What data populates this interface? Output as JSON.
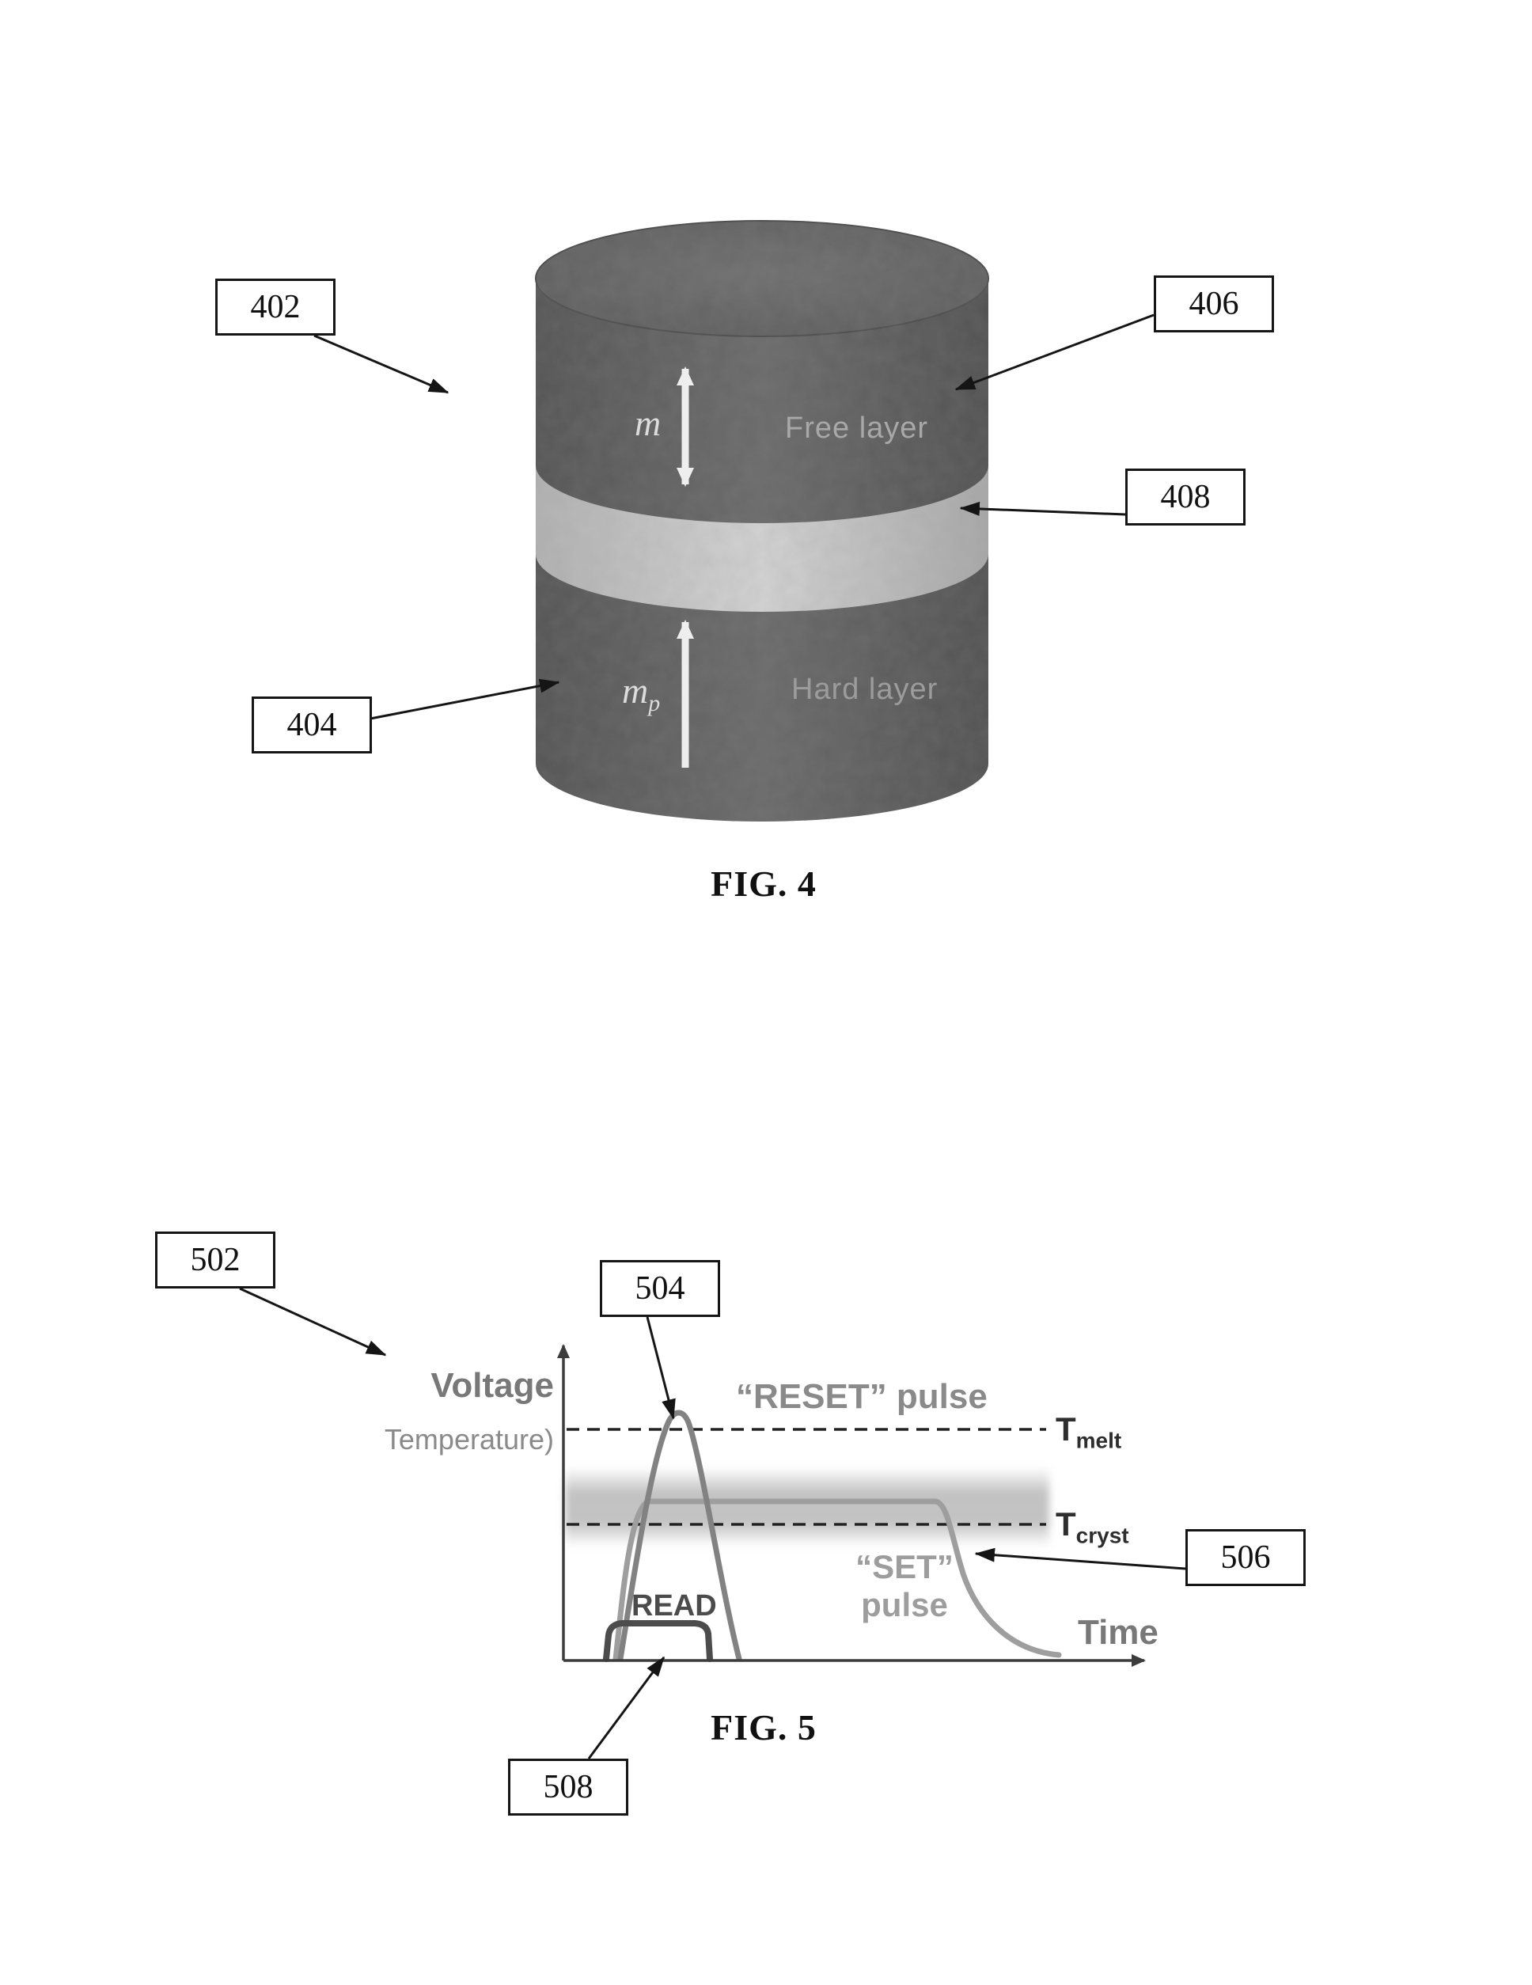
{
  "fig4": {
    "refs": {
      "r402": "402",
      "r404": "404",
      "r406": "406",
      "r408": "408"
    },
    "free_layer_label": "Free layer",
    "hard_layer_label": "Hard layer",
    "m_label": "m",
    "mp_main": "m",
    "mp_sub": "p",
    "caption": "FIG. 4"
  },
  "fig5": {
    "refs": {
      "r502": "502",
      "r504": "504",
      "r506": "506",
      "r508": "508"
    },
    "ylabel_primary": "Voltage",
    "ylabel_secondary": "Temperature)",
    "xlabel": "Time",
    "t_melt_main": "T",
    "t_melt_sub": "melt",
    "t_cryst_main": "T",
    "t_cryst_sub": "cryst",
    "reset_label": "“RESET” pulse",
    "set_label_line1": "“SET”",
    "set_label_line2": "pulse",
    "read_label": "READ",
    "caption": "FIG. 5"
  },
  "chart_data": {
    "type": "line",
    "title": "",
    "xlabel": "Time",
    "ylabel": "Voltage (Temperature)",
    "axes_numeric": false,
    "reference_lines": [
      {
        "label": "T_melt",
        "style": "dashed"
      },
      {
        "label": "T_cryst",
        "style": "dashed"
      }
    ],
    "series": [
      {
        "name": "RESET pulse",
        "shape": "tall narrow spike rising above T_melt then falling back to baseline"
      },
      {
        "name": "SET pulse",
        "shape": "fast rise to long plateau between T_cryst and T_melt, then exponential decay tail to baseline"
      },
      {
        "name": "READ pulse",
        "shape": "short low-amplitude rectangular pulse near the baseline"
      }
    ],
    "legend": "none"
  }
}
